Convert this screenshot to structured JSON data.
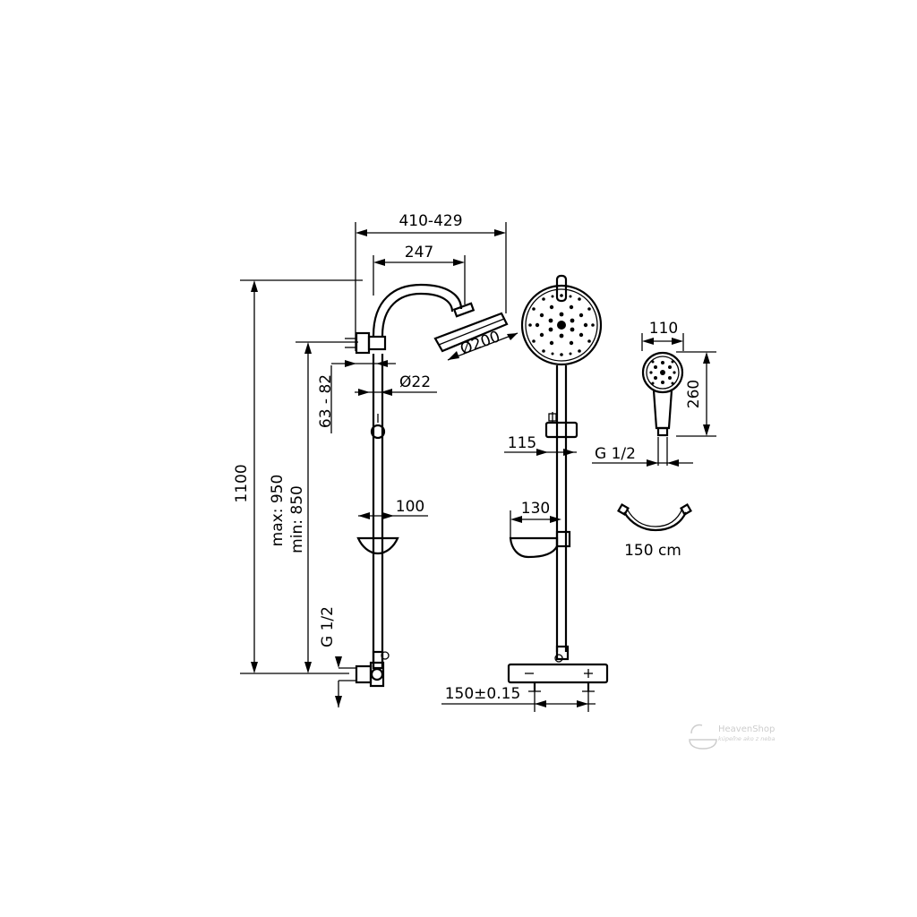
{
  "dimensions": {
    "overall_height": "1100",
    "max_height": "max: 950",
    "min_height": "min: 850",
    "inlet_thread_side": "G 1/2",
    "arm_length_range": "410-429",
    "arm_reach": "247",
    "head_diameter": "Ø200",
    "pipe_diameter": "Ø22",
    "wall_bracket_range": "63 - 82",
    "shelf_offset": "100",
    "slider_offset": "115",
    "shelf_width": "130",
    "mixer_spacing": "150±0.15",
    "hand_shower_width": "110",
    "hand_shower_length": "260",
    "hose_thread": "G 1/2",
    "hose_length": "150 cm"
  },
  "watermark": {
    "brand": "HeavenShop",
    "tagline": "kúpeľne ako z neba"
  }
}
